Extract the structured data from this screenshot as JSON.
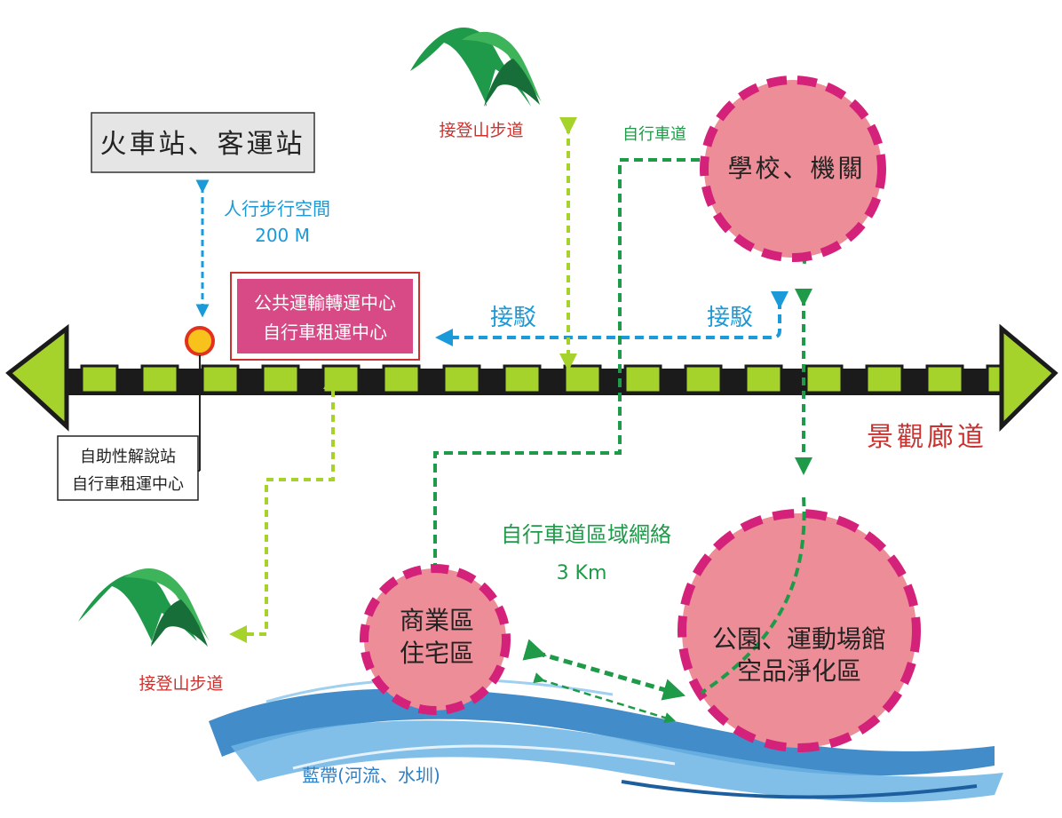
{
  "labels": {
    "station_box": "火車站、客運站",
    "walk_space": "人行步行空間",
    "walk_distance": "200 M",
    "hub_line1": "公共運輸轉運中心",
    "hub_line2": "自行車租運中心",
    "connect_left": "接駁",
    "connect_right": "接駁",
    "trail_top": "接登山步道",
    "bike_path": "自行車道",
    "school": "學校、機關",
    "corridor": "景觀廊道",
    "info_line1": "自助性解說站",
    "info_line2": "自行車租運中心",
    "network": "自行車道區域網絡",
    "network_distance": "3 Km",
    "commercial_line1": "商業區",
    "commercial_line2": "住宅區",
    "park_line1": "公園、運動場館",
    "park_line2": "空品淨化區",
    "trail_bottom": "接登山步道",
    "blue_belt": "藍帶(河流、水圳)"
  },
  "colors": {
    "corridor_green": "#a6d22c",
    "bike_green": "#1e9a48",
    "connect_blue": "#1a9ad8",
    "magenta": "#d4217a",
    "pink_fill": "#ec8d97",
    "hub_fill": "#d84a86",
    "title_red": "#c9322f",
    "river_blue": "#2f7fc4",
    "station_gray": "#e5e5e5"
  }
}
